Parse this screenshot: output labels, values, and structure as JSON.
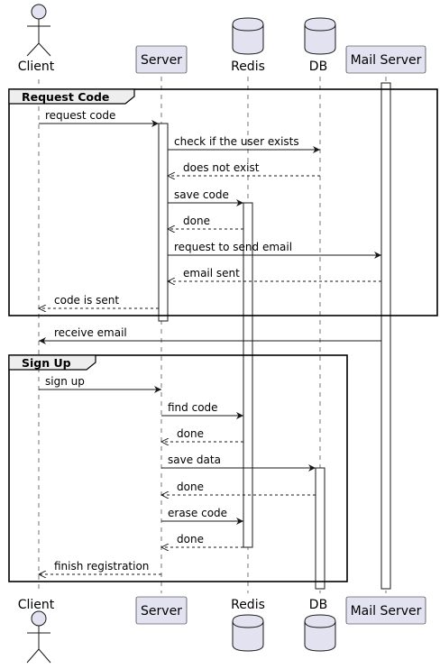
{
  "participants": {
    "client": "Client",
    "server": "Server",
    "redis": "Redis",
    "db": "DB",
    "mail": "Mail Server"
  },
  "fragments": {
    "request_code": "Request Code",
    "sign_up": "Sign Up"
  },
  "messages": [
    {
      "text": "request code",
      "from": "client",
      "to": "server",
      "dashed": false
    },
    {
      "text": "check if the user exists",
      "from": "server",
      "to": "db",
      "dashed": false
    },
    {
      "text": "does not exist",
      "from": "db",
      "to": "server",
      "dashed": true
    },
    {
      "text": "save code",
      "from": "server",
      "to": "redis",
      "dashed": false
    },
    {
      "text": "done",
      "from": "redis",
      "to": "server",
      "dashed": true
    },
    {
      "text": "request to send email",
      "from": "server",
      "to": "mail",
      "dashed": false
    },
    {
      "text": "email sent",
      "from": "mail",
      "to": "server",
      "dashed": true
    },
    {
      "text": "code is sent",
      "from": "server",
      "to": "client",
      "dashed": true
    },
    {
      "text": "receive email",
      "from": "mail",
      "to": "client",
      "dashed": false
    },
    {
      "text": "sign up",
      "from": "client",
      "to": "server",
      "dashed": false
    },
    {
      "text": "find code",
      "from": "server",
      "to": "redis",
      "dashed": false
    },
    {
      "text": "done",
      "from": "redis",
      "to": "server",
      "dashed": true
    },
    {
      "text": "save data",
      "from": "server",
      "to": "db",
      "dashed": false
    },
    {
      "text": "done",
      "from": "db",
      "to": "server",
      "dashed": true
    },
    {
      "text": "erase code",
      "from": "server",
      "to": "redis",
      "dashed": false
    },
    {
      "text": "done",
      "from": "redis",
      "to": "server",
      "dashed": true
    },
    {
      "text": "finish registration",
      "from": "server",
      "to": "client",
      "dashed": true
    }
  ]
}
